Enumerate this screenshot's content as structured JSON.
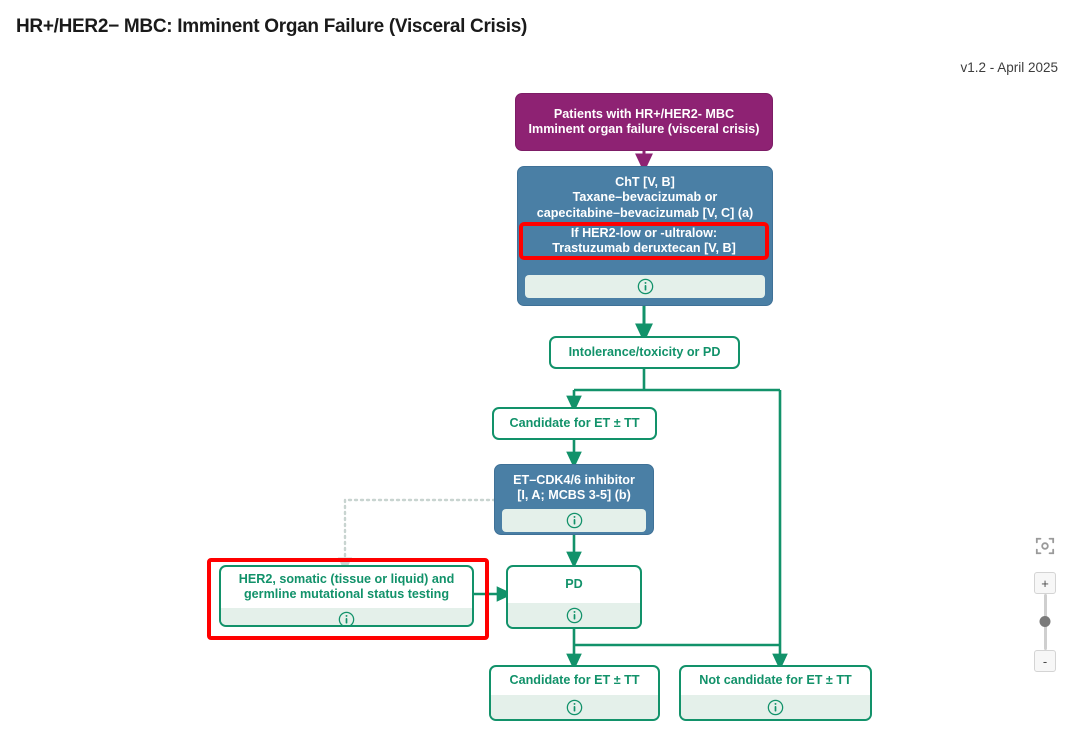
{
  "header": {
    "title": "HR+/HER2− MBC: Imminent Organ Failure (Visceral Crisis)",
    "version": "v1.2 - April 2025"
  },
  "colors": {
    "purple": "#8E2273",
    "blue": "#4A7FA5",
    "green": "#12926a",
    "info_bar": "#e4f0ea",
    "highlight_red": "#ff0000"
  },
  "nodes": {
    "patients": {
      "line1": "Patients with HR+/HER2- MBC",
      "line2": "Imminent organ failure (visceral crisis)",
      "type": "purple"
    },
    "cht": {
      "line1": "ChT [V, B]",
      "line2": "Taxane–bevacizumab or",
      "line3": "capecitabine–bevacizumab [V, C] (a)",
      "type": "blue",
      "info": "info-icon"
    },
    "her2_low_overlay": {
      "line1": "If HER2-low or -ultralow:",
      "line2": "Trastuzumab deruxtecan [V, B]",
      "highlighted": true
    },
    "intolerance": {
      "label": "Intolerance/toxicity or PD",
      "type": "green"
    },
    "candidate_et_1": {
      "label": "Candidate for ET ± TT",
      "type": "green"
    },
    "et_cdk": {
      "line1": "ET–CDK4/6 inhibitor",
      "line2": "[I, A; MCBS 3-5] (b)",
      "type": "blue",
      "info": "info-icon"
    },
    "her2_testing": {
      "line1": "HER2, somatic (tissue or liquid) and",
      "line2": "germline mutational status testing",
      "type": "green",
      "info": "info-icon",
      "highlighted": true
    },
    "pd": {
      "label": "PD",
      "type": "green",
      "info": "info-icon"
    },
    "candidate_et_2": {
      "label": "Candidate for ET ± TT",
      "type": "green",
      "info": "info-icon"
    },
    "not_candidate_et": {
      "label": "Not candidate for ET ± TT",
      "type": "green",
      "info": "info-icon"
    }
  },
  "controls": {
    "fit_view": "fit-view-icon",
    "zoom_in": "+",
    "zoom_out": "-"
  }
}
